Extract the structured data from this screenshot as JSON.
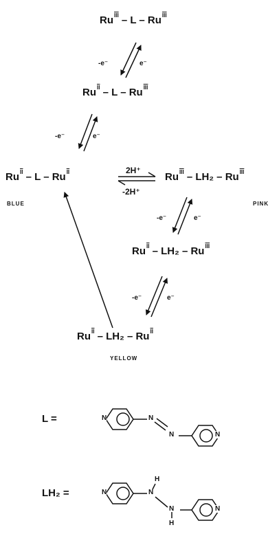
{
  "species": {
    "s1": {
      "left": "Ru",
      "lox": "III",
      "mid": " – L – ",
      "right": "Ru",
      "rox": "III"
    },
    "s2": {
      "left": "Ru",
      "lox": "II",
      "mid": " – L – ",
      "right": "Ru",
      "rox": "III"
    },
    "s3": {
      "left": "Ru",
      "lox": "II",
      "mid": " – L – ",
      "right": "Ru",
      "rox": "II"
    },
    "s4": {
      "left": "Ru",
      "lox": "III",
      "mid": " – LH₂ – ",
      "right": "Ru",
      "rox": "III"
    },
    "s5": {
      "left": "Ru",
      "lox": "II",
      "mid": " – LH₂ – ",
      "right": "Ru",
      "rox": "III"
    },
    "s6": {
      "left": "Ru",
      "lox": "II",
      "mid": " – LH₂ – ",
      "right": "Ru",
      "rox": "II"
    }
  },
  "labels": {
    "blue": "BLUE",
    "pink": "PINK",
    "yellow": "YELLOW"
  },
  "electron": {
    "minus": "-e⁻",
    "plus": "e⁻"
  },
  "protons": {
    "plus": "2H⁺",
    "minus": "-2H⁺"
  },
  "legend": {
    "l": "L =",
    "lh2": "LH₂ =",
    "n": "N",
    "h": "H"
  }
}
